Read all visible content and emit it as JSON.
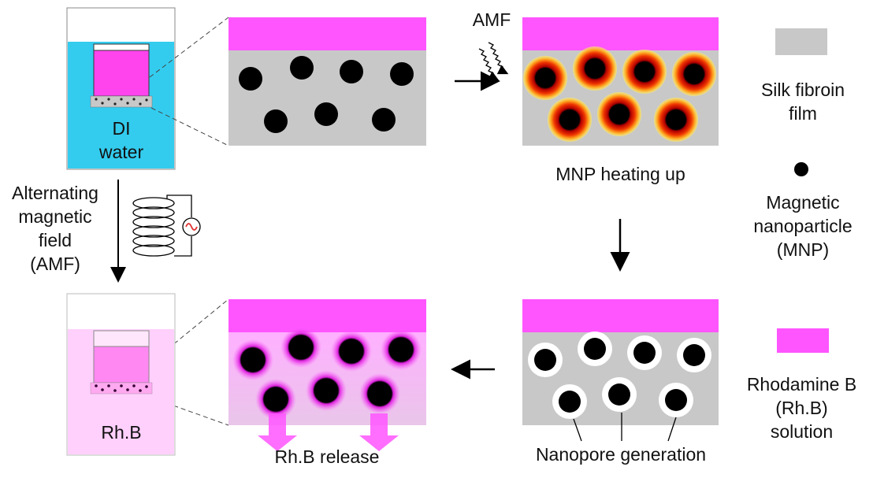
{
  "colors": {
    "silk": "#c8c8c8",
    "rhodamine": "#ff55ff",
    "water": "#33ccee",
    "rhb_light": "#ffd6ff",
    "particle": "#000000",
    "glow_inner": "#cc0000",
    "glow_outer": "#ffee55"
  },
  "beaker_top": {
    "label_line1": "DI",
    "label_line2": "water"
  },
  "beaker_bottom": {
    "label": "Rh.B"
  },
  "amf_side": {
    "line1": "Alternating",
    "line2": "magnetic",
    "line3": "field",
    "line4": "(AMF)"
  },
  "amf_arrow_label": "AMF",
  "captions": {
    "heating": "MNP heating up",
    "nanopore": "Nanopore generation",
    "release": "Rh.B release"
  },
  "legend": {
    "silk_line1": "Silk fibroin",
    "silk_line2": "film",
    "mnp_line1": "Magnetic",
    "mnp_line2": "nanoparticle",
    "mnp_line3": "(MNP)",
    "rhb_line1": "Rhodamine B",
    "rhb_line2": "(Rh.B)",
    "rhb_line3": "solution"
  }
}
